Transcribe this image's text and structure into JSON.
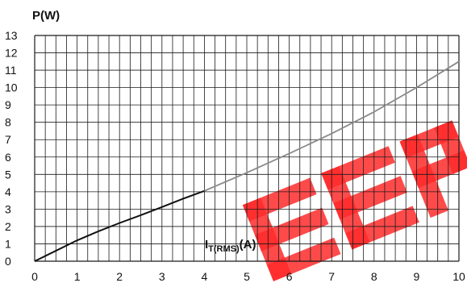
{
  "chart_data": {
    "type": "line",
    "ylabel": "P(W)",
    "xlabel": {
      "main": "I",
      "sub": "T(RMS)",
      "unit": "(A)"
    },
    "xlim": [
      0,
      10
    ],
    "ylim": [
      0,
      13
    ],
    "x_ticks": [
      "0",
      "1",
      "2",
      "3",
      "4",
      "5",
      "6",
      "7",
      "8",
      "9",
      "10"
    ],
    "y_ticks": [
      "0",
      "1",
      "2",
      "3",
      "4",
      "5",
      "6",
      "7",
      "8",
      "9",
      "10",
      "11",
      "12",
      "13"
    ],
    "grid": true,
    "minor_x_step": 0.25,
    "series": [
      {
        "color": "#111111",
        "points": [
          [
            0,
            0
          ],
          [
            0.5,
            0.6
          ],
          [
            1,
            1.2
          ],
          [
            1.5,
            1.72
          ],
          [
            2,
            2.2
          ],
          [
            2.5,
            2.65
          ],
          [
            3,
            3.12
          ],
          [
            3.5,
            3.6
          ],
          [
            4,
            4.05
          ]
        ]
      },
      {
        "color": "#8a8a8a",
        "points": [
          [
            4,
            4.05
          ],
          [
            5,
            5.1
          ],
          [
            6,
            6.2
          ],
          [
            7,
            7.35
          ],
          [
            8,
            8.6
          ],
          [
            9,
            10
          ],
          [
            10,
            11.5
          ]
        ]
      }
    ],
    "watermark": {
      "color": "#ff2a2a"
    }
  }
}
